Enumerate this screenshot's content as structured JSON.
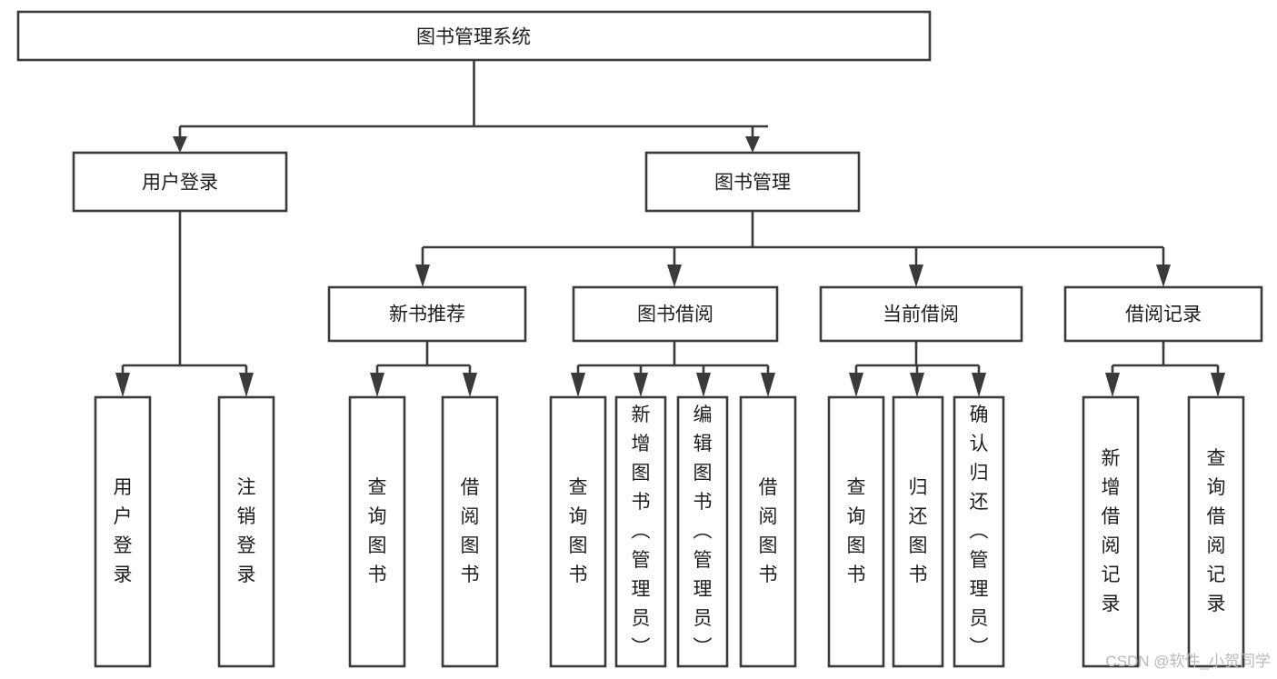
{
  "diagram": {
    "type": "hierarchy-tree",
    "title": "图书管理系统",
    "orientation": "top-down",
    "levels": 4,
    "colors": {
      "box_stroke": "#3a3a3a",
      "box_fill": "#ffffff",
      "connector": "#3a3a3a",
      "text": "#1d1d1d",
      "watermark": "#b9b9b9",
      "background": "#ffffff"
    },
    "root": {
      "label": "图书管理系统",
      "orientation": "horizontal"
    },
    "level2": [
      {
        "label": "用户登录",
        "orientation": "horizontal"
      },
      {
        "label": "图书管理",
        "orientation": "horizontal"
      }
    ],
    "level3": [
      {
        "label": "新书推荐",
        "orientation": "horizontal",
        "parent": "图书管理"
      },
      {
        "label": "图书借阅",
        "orientation": "horizontal",
        "parent": "图书管理"
      },
      {
        "label": "当前借阅",
        "orientation": "horizontal",
        "parent": "图书管理"
      },
      {
        "label": "借阅记录",
        "orientation": "horizontal",
        "parent": "图书管理"
      }
    ],
    "leaves": {
      "user_login": [
        {
          "label": "用户登录",
          "orientation": "vertical"
        },
        {
          "label": "注销登录",
          "orientation": "vertical"
        }
      ],
      "new_book_recommend": [
        {
          "label": "查询图书",
          "orientation": "vertical"
        },
        {
          "label": "借阅图书",
          "orientation": "vertical"
        }
      ],
      "book_borrow": [
        {
          "label": "查询图书",
          "orientation": "vertical"
        },
        {
          "label": "新增图书（管理员）",
          "orientation": "vertical"
        },
        {
          "label": "编辑图书（管理员）",
          "orientation": "vertical"
        },
        {
          "label": "借阅图书",
          "orientation": "vertical"
        }
      ],
      "current_borrow": [
        {
          "label": "查询图书",
          "orientation": "vertical"
        },
        {
          "label": "归还图书",
          "orientation": "vertical"
        },
        {
          "label": "确认归还（管理员）",
          "orientation": "vertical"
        }
      ],
      "borrow_record": [
        {
          "label": "新增借阅记录",
          "orientation": "vertical"
        },
        {
          "label": "查询借阅记录",
          "orientation": "vertical"
        }
      ]
    }
  },
  "watermark": {
    "text": "CSDN @软件_小贺同学"
  }
}
